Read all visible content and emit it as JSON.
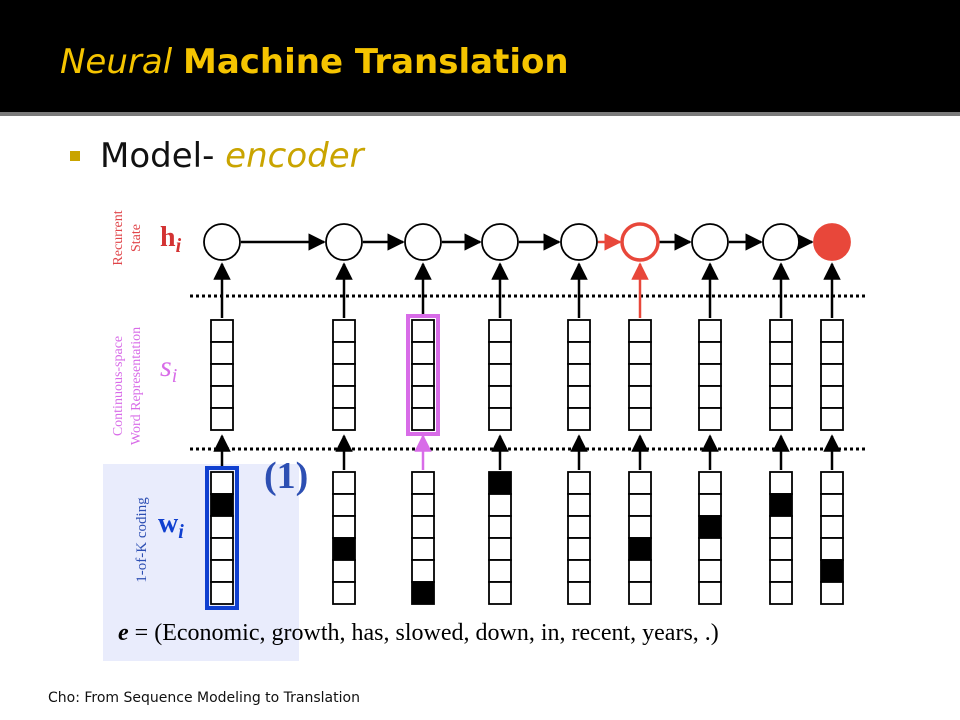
{
  "slide": {
    "title_italic": "Neural",
    "title_bold": "Machine Translation",
    "bullet_prefix": "Model- ",
    "bullet_emphasis": "encoder",
    "caption": "Cho: From Sequence Modeling to Translation"
  },
  "diagram": {
    "rows": [
      {
        "label_lines": [
          "Recurrent",
          "State"
        ],
        "var": "h",
        "sub": "i"
      },
      {
        "label_lines": [
          "Continuous-space",
          "Word Representation"
        ],
        "var": "s",
        "sub": "i"
      },
      {
        "label_lines": [
          "1-of-K coding"
        ],
        "var": "w",
        "sub": "i"
      }
    ],
    "step_marker": "(1)",
    "sentence": {
      "var": "e",
      "tokens": [
        "(Economic,",
        "growth,",
        "has,",
        "slowed,",
        "down,",
        "in,",
        "recent,",
        "years,",
        ".)"
      ]
    },
    "one_hot_positions": [
      1,
      3,
      5,
      0,
      null,
      3,
      2,
      1,
      4
    ],
    "highlighted_word_index": 0,
    "highlighted_embedding_index": 2,
    "highlighted_state_index": 5,
    "colors": {
      "label_red": "#e0454a",
      "var_red": "#d33333",
      "magenta": "#d86ce8",
      "blue": "#1040d0",
      "marker_blue": "#2d4fb3",
      "state_red": "#e8473a",
      "panel": "#e9ecfc"
    }
  }
}
